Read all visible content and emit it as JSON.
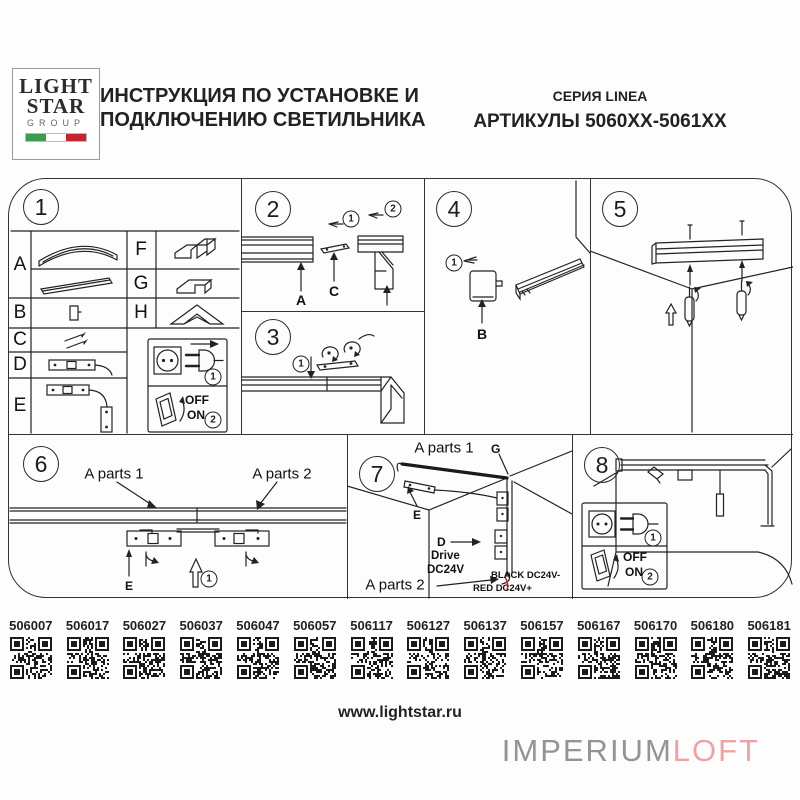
{
  "header": {
    "logo_line1": "LIGHT",
    "logo_line2": "STAR",
    "logo_line3": "GROUP",
    "title_line1": "ИНСТРУКЦИЯ ПО УСТАНОВКЕ И",
    "title_line2": "ПОДКЛЮЧЕНИЮ СВЕТИЛЬНИКА",
    "series": "СЕРИЯ LINEA",
    "articles_range": "АРТИКУЛЫ 5060XX-5061XX"
  },
  "panels": {
    "p1": {
      "num": "1",
      "a": "A",
      "b": "B",
      "c": "C",
      "d": "D",
      "e": "E",
      "f": "F",
      "g": "G",
      "h": "H",
      "off": "OFF",
      "on": "ON",
      "step1": "1",
      "step2": "2"
    },
    "p2": {
      "num": "2",
      "label_a": "A",
      "label_c": "C",
      "step1": "1",
      "step2": "2"
    },
    "p3": {
      "num": "3",
      "step1": "1"
    },
    "p4": {
      "num": "4",
      "label_b": "B",
      "step1": "1"
    },
    "p5": {
      "num": "5"
    },
    "p6": {
      "num": "6",
      "a_parts_1": "A parts 1",
      "a_parts_2": "A parts 2",
      "label_e": "E",
      "step1": "1"
    },
    "p7": {
      "num": "7",
      "a_parts_1": "A parts 1",
      "a_parts_2": "A parts 2",
      "label_g": "G",
      "label_e": "E",
      "label_d": "D",
      "drive_line1": "Drive",
      "drive_line2": "DC24V",
      "wire_black": "BLACK DC24V-",
      "wire_red": "RED DC24V+"
    },
    "p8": {
      "num": "8",
      "off": "OFF",
      "on": "ON",
      "step1": "1",
      "step2": "2"
    }
  },
  "articles": [
    "506007",
    "506017",
    "506027",
    "506037",
    "506047",
    "506057",
    "506117",
    "506127",
    "506137",
    "506157",
    "506167",
    "506170",
    "506180",
    "506181"
  ],
  "footer": {
    "website": "www.lightstar.ru",
    "brand_gray": "IMPERIUM",
    "brand_pink": "LOFT"
  },
  "colors": {
    "flag_green": "#3f9a4d",
    "flag_red": "#c4262b",
    "brand_gray": "#949494",
    "brand_pink": "#eda3a3",
    "wire_red": "#d42a2a"
  }
}
